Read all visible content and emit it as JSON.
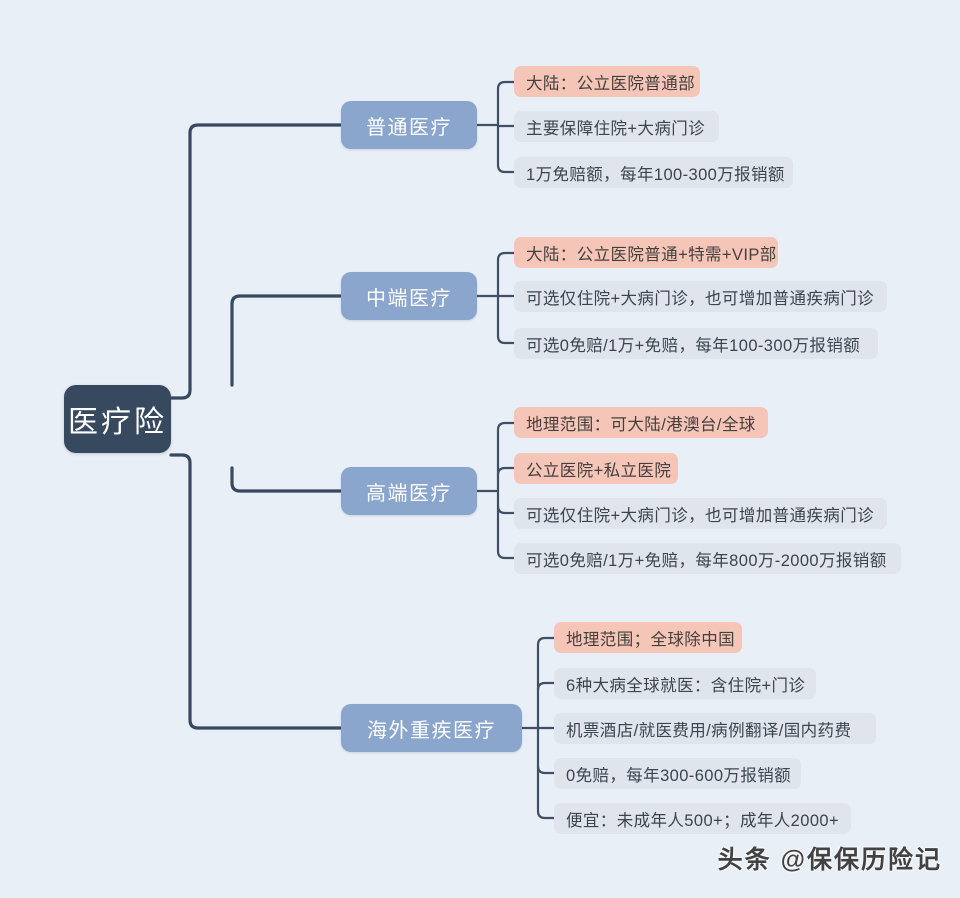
{
  "diagram": {
    "type": "mindmap",
    "title": "医疗险",
    "background_color": "#e9eff7",
    "root_color": "#37495f",
    "branch_color": "#8aa6cd",
    "leaf_gray_color": "#e0e4ed",
    "leaf_pink_color": "#f5c5b7",
    "link_color": "#37495f"
  },
  "root": {
    "label": "医疗险"
  },
  "branches": [
    {
      "label": "普通医疗",
      "leaves": [
        {
          "text": "大陆：公立医院普通部",
          "highlight": "pink"
        },
        {
          "text": "主要保障住院+大病门诊",
          "highlight": "gray"
        },
        {
          "text": "1万免赔额，每年100-300万报销额",
          "highlight": "gray"
        }
      ]
    },
    {
      "label": "中端医疗",
      "leaves": [
        {
          "text": "大陆：公立医院普通+特需+VIP部",
          "highlight": "pink"
        },
        {
          "text": "可选仅住院+大病门诊，也可增加普通疾病门诊",
          "highlight": "gray"
        },
        {
          "text": "可选0免赔/1万+免赔，每年100-300万报销额",
          "highlight": "gray"
        }
      ]
    },
    {
      "label": "高端医疗",
      "leaves": [
        {
          "text": "地理范围：可大陆/港澳台/全球",
          "highlight": "pink"
        },
        {
          "text": "公立医院+私立医院",
          "highlight": "pink"
        },
        {
          "text": "可选仅住院+大病门诊，也可增加普通疾病门诊",
          "highlight": "gray"
        },
        {
          "text": "可选0免赔/1万+免赔，每年800万-2000万报销额",
          "highlight": "gray"
        }
      ]
    },
    {
      "label": "海外重疾医疗",
      "leaves": [
        {
          "text": "地理范围；全球除中国",
          "highlight": "pink"
        },
        {
          "text": "6种大病全球就医：含住院+门诊",
          "highlight": "gray"
        },
        {
          "text": "机票酒店/就医费用/病例翻译/国内药费",
          "highlight": "gray"
        },
        {
          "text": "0免赔，每年300-600万报销额",
          "highlight": "gray"
        },
        {
          "text": "便宜：未成年人500+；成年人2000+",
          "highlight": "gray"
        }
      ]
    }
  ],
  "watermark": {
    "text": "头条 @保保历险记"
  }
}
